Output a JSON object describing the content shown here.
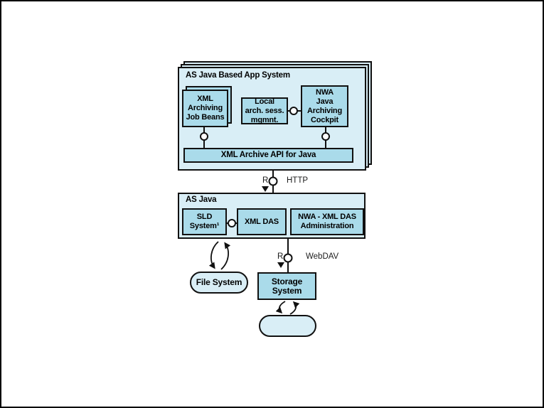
{
  "diagram": {
    "app_system": {
      "title": "AS Java Based App System",
      "job_beans": "XML\nArchiving\nJob Beans",
      "local_mgmt": "Local\narch. sess.\nmgmnt.",
      "nwa_cockpit": "NWA\nJava\nArchiving\nCockpit",
      "api_bar": "XML Archive API for Java"
    },
    "http_connector": {
      "r_label": "R",
      "protocol": "HTTP"
    },
    "as_java": {
      "title": "AS Java",
      "sld_system": "SLD\nSystem¹",
      "xml_das": "XML DAS",
      "nwa_admin": "NWA - XML DAS\nAdministration"
    },
    "webdav_connector": {
      "r_label": "R",
      "protocol": "WebDAV"
    },
    "file_system": "File System",
    "storage_system": "Storage\nSystem",
    "colors": {
      "container_fill": "#d9eef6",
      "node_fill": "#aadbea",
      "line": "#111111",
      "background": "#ffffff"
    }
  }
}
